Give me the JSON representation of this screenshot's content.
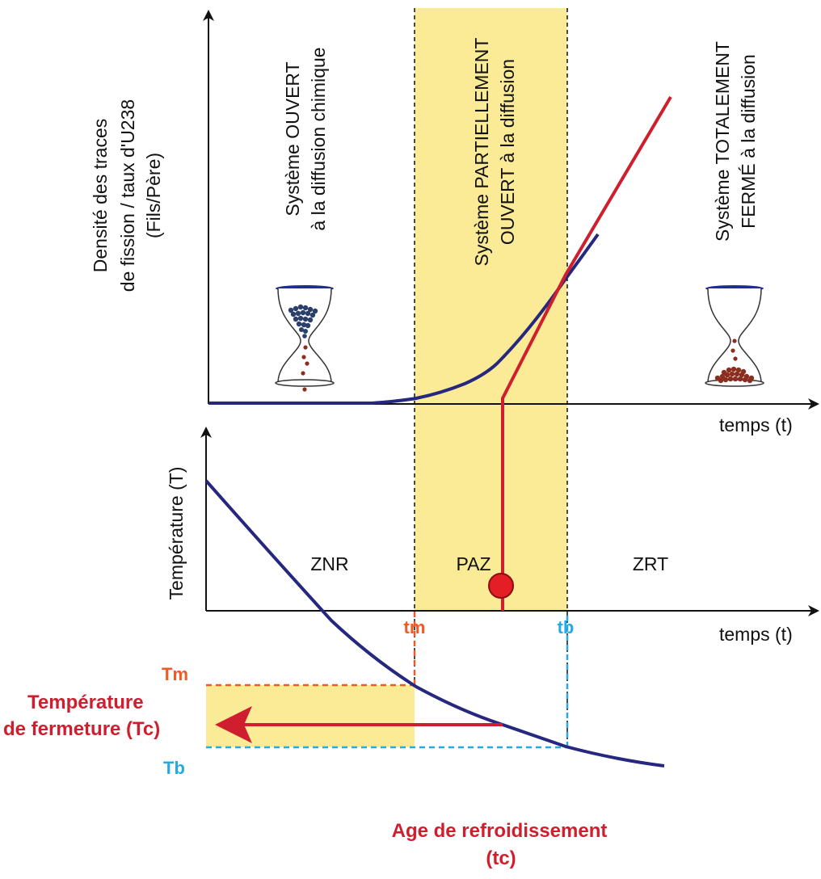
{
  "top_panel": {
    "y_axis_label_lines": [
      "Densité des traces",
      "de fission / taux d'U238",
      "(Fils/Père)"
    ],
    "x_axis_label": "temps (t)",
    "zones": {
      "open": [
        "Système OUVERT",
        "à la diffusion chimique"
      ],
      "partial": [
        "Système PARTIELLEMENT",
        "OUVERT à la diffusion"
      ],
      "closed": [
        "Système TOTALEMENT",
        "FERMÉ à la diffusion"
      ]
    },
    "hourglass_open_icon": "hourglass-icon",
    "hourglass_closed_icon": "hourglass-icon"
  },
  "bottom_panel": {
    "y_axis_label": "Température (T)",
    "x_axis_label": "temps (t)",
    "zones": {
      "znr": "ZNR",
      "paz": "PAZ",
      "zrt": "ZRT"
    },
    "tm_temp_label": "Tm",
    "tb_temp_label": "Tb",
    "closure_temp_lines": [
      "Température",
      "de fermeture (Tc)"
    ],
    "tm_time_label": "tm",
    "tb_time_label": "tb",
    "cooling_age_lines": [
      "Age de refroidissement",
      "(tc)"
    ]
  },
  "colors": {
    "curve_blue": "#26277e",
    "line_red": "#cf1f2e",
    "zone_yellow": "#fbeb96",
    "tm_orange": "#f15a22",
    "tb_cyan": "#27aae1",
    "hourglass_open_beads": "#2b3f6b",
    "hourglass_closed_beads": "#8b2e1f"
  }
}
